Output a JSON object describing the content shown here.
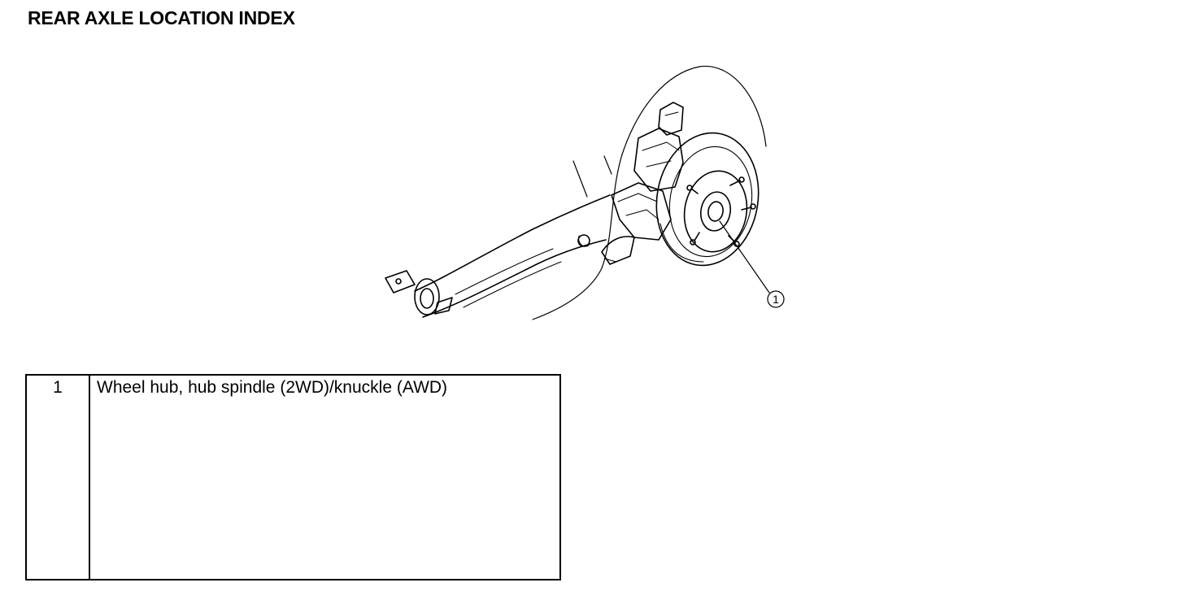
{
  "page": {
    "title": "REAR AXLE LOCATION INDEX"
  },
  "diagram": {
    "callouts": [
      {
        "number": "1"
      }
    ]
  },
  "legend": {
    "rows": [
      {
        "number": "1",
        "description": "Wheel hub, hub spindle (2WD)/knuckle (AWD)"
      }
    ]
  }
}
